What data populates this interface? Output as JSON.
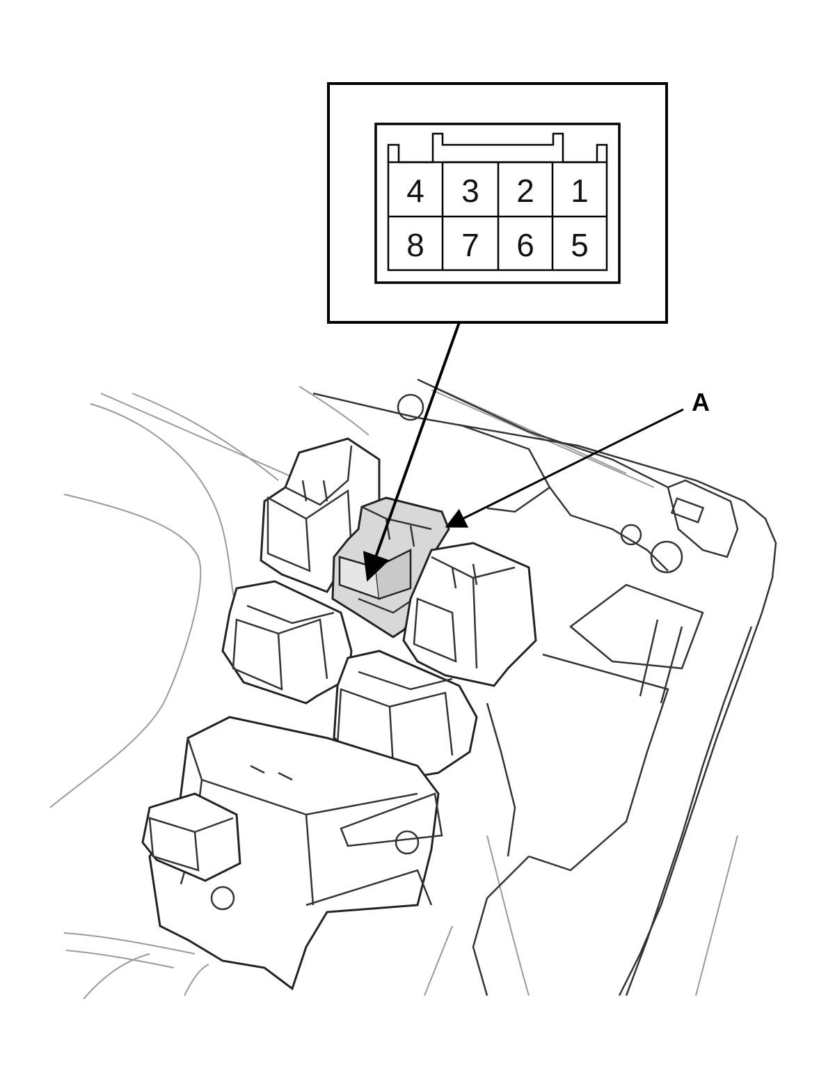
{
  "connector": {
    "pins_top": [
      "4",
      "3",
      "2",
      "1"
    ],
    "pins_bottom": [
      "8",
      "7",
      "6",
      "5"
    ]
  },
  "callout": {
    "label": "A"
  }
}
